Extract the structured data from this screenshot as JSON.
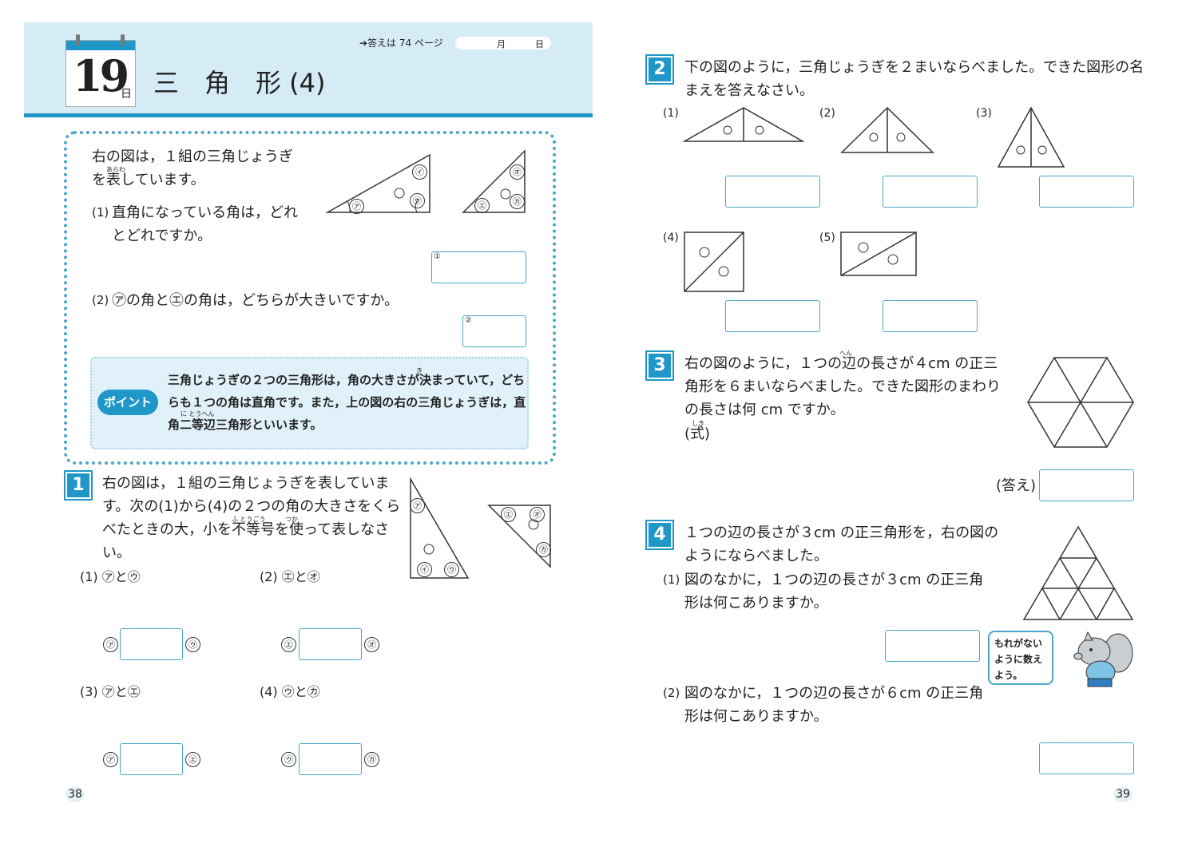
{
  "header": {
    "day_number": "19",
    "day_unit": "日",
    "title": "三　角　形 (4)",
    "answer_ref": "➔答えは 74 ページ",
    "month_label": "月",
    "day_label": "日"
  },
  "intro": {
    "text1": "右の図は，１組の三角じょうぎ",
    "text2": "を表しています。",
    "ruby_arawa": "あらわ",
    "q1_num": "(1)",
    "q1_text1": "直角になっている角は，どれ",
    "q1_text2": "とどれですか。",
    "q2_num": "(2)",
    "q2_text": "㋐の角と㋓の角は，どちらが大きいですか。",
    "box1_label": "①",
    "box2_label": "②",
    "point_badge": "ポイント",
    "point_line1": "三角じょうぎの２つの三角形は，角の大きさが決まっていて，どち",
    "point_line2": "らも１つの角は直角です。また，上の図の右の三角じょうぎは，直",
    "point_line3": "角二等辺三角形といいます。",
    "ruby_ki": "き",
    "ruby_nitouhen": "に とうへん",
    "tri_labels": [
      "㋐",
      "㋑",
      "㋒",
      "㋓",
      "㋔",
      "㋕"
    ]
  },
  "q1": {
    "num": "1",
    "line1": "右の図は，１組の三角じょうぎを表していま",
    "line2": "す。次の(1)から(4)の２つの角の大きさをくら",
    "line3": "べたときの大，小を不等号を使って表しなさ",
    "line4": "い。",
    "ruby_futougou": "ふ とうごう",
    "ruby_tsuka": "つか",
    "items": [
      {
        "label": "(1) ㋐と㋒",
        "left": "㋐",
        "right": "㋒"
      },
      {
        "label": "(2) ㋓と㋔",
        "left": "㋓",
        "right": "㋔"
      },
      {
        "label": "(3) ㋐と㋓",
        "left": "㋐",
        "right": "㋓"
      },
      {
        "label": "(4) ㋒と㋕",
        "left": "㋒",
        "right": "㋕"
      }
    ],
    "tri_labels": [
      "㋐",
      "㋑",
      "㋒",
      "㋓",
      "㋔",
      "㋕"
    ]
  },
  "q2": {
    "num": "2",
    "line1": "下の図のように，三角じょうぎを２まいならべました。できた図形の名",
    "line2": "まえを答えなさい。",
    "parts": [
      "(1)",
      "(2)",
      "(3)",
      "(4)",
      "(5)"
    ]
  },
  "q3": {
    "num": "3",
    "line1": "右の図のように，１つの辺の長さが４cm の正三",
    "line2": "角形を６まいならべました。できた図形のまわり",
    "line3": "の長さは何 cm ですか。",
    "formula": "(式)",
    "ruby_hen": "へん",
    "ruby_shiki": "しき",
    "answer_label": "(答え)"
  },
  "q4": {
    "num": "4",
    "line1": "１つの辺の長さが３cm の正三角形を，右の図の",
    "line2": "ようにならべました。",
    "p1_num": "(1)",
    "p1_line1": "図のなかに，１つの辺の長さが３cm の正三角",
    "p1_line2": "形は何こありますか。",
    "p2_num": "(2)",
    "p2_line1": "図のなかに，１つの辺の長さが６cm の正三角",
    "p2_line2": "形は何こありますか。",
    "bubble_line1": "もれがない",
    "bubble_line2": "ように数え",
    "bubble_line3": "よう。"
  },
  "pages": {
    "left": "38",
    "right": "39"
  },
  "colors": {
    "accent": "#1f97c9",
    "header_bg": "#d5ecf7",
    "box_border": "#4aa7c8",
    "point_bg": "#e1f1f9"
  }
}
